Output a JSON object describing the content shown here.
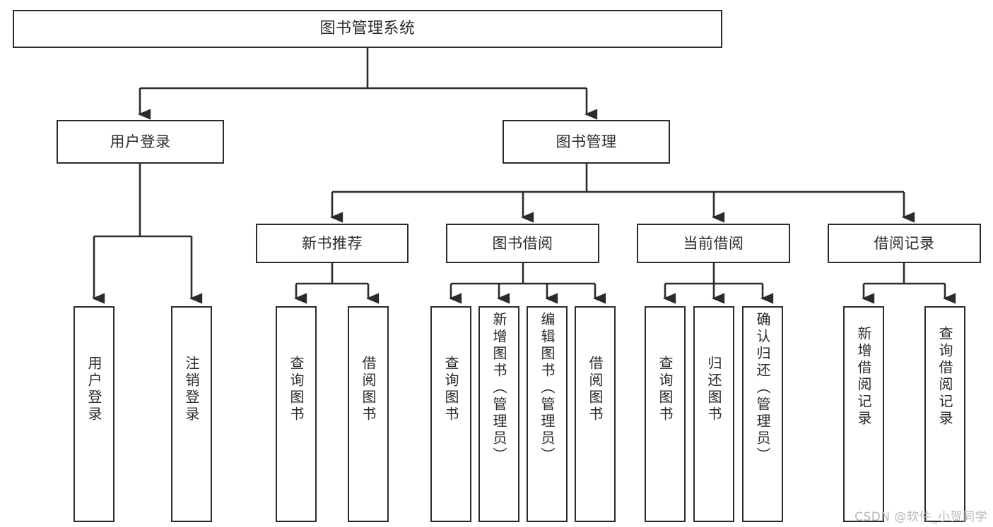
{
  "diagram": {
    "title": "图书管理系统",
    "type": "tree",
    "watermark": "CSDN @软件_小贺同学",
    "colors": {
      "background": "#ffffff",
      "node_border": "#2b2b2b",
      "node_fill": "#ffffff",
      "connector": "#2b2b2b",
      "text": "#2b2b2b",
      "watermark": "#b8b8b8"
    },
    "nodes": {
      "root": {
        "label": "图书管理系统"
      },
      "level1": [
        {
          "id": "user-login",
          "label": "用户登录"
        },
        {
          "id": "book-manage",
          "label": "图书管理"
        }
      ],
      "level2": [
        {
          "id": "new-book-recommend",
          "label": "新书推荐"
        },
        {
          "id": "book-borrow",
          "label": "图书借阅"
        },
        {
          "id": "current-borrow",
          "label": "当前借阅"
        },
        {
          "id": "borrow-record",
          "label": "借阅记录"
        }
      ],
      "leaves": [
        {
          "id": "leaf-user-login",
          "label": "用户登录",
          "parent": "user-login"
        },
        {
          "id": "leaf-logout",
          "label": "注销登录",
          "parent": "user-login"
        },
        {
          "id": "leaf-query-book-1",
          "label": "查询图书",
          "parent": "new-book-recommend"
        },
        {
          "id": "leaf-borrow-book-1",
          "label": "借阅图书",
          "parent": "new-book-recommend"
        },
        {
          "id": "leaf-query-book-2",
          "label": "查询图书",
          "parent": "book-borrow"
        },
        {
          "id": "leaf-add-book",
          "label": "新增图书（管理员）",
          "parent": "book-borrow"
        },
        {
          "id": "leaf-edit-book",
          "label": "编辑图书（管理员）",
          "parent": "book-borrow"
        },
        {
          "id": "leaf-borrow-book-2",
          "label": "借阅图书",
          "parent": "book-borrow"
        },
        {
          "id": "leaf-query-book-3",
          "label": "查询图书",
          "parent": "current-borrow"
        },
        {
          "id": "leaf-return-book",
          "label": "归还图书",
          "parent": "current-borrow"
        },
        {
          "id": "leaf-confirm-return",
          "label": "确认归还（管理员）",
          "parent": "current-borrow"
        },
        {
          "id": "leaf-add-record",
          "label": "新增借阅记录",
          "parent": "borrow-record"
        },
        {
          "id": "leaf-query-record",
          "label": "查询借阅记录",
          "parent": "borrow-record"
        }
      ]
    }
  }
}
